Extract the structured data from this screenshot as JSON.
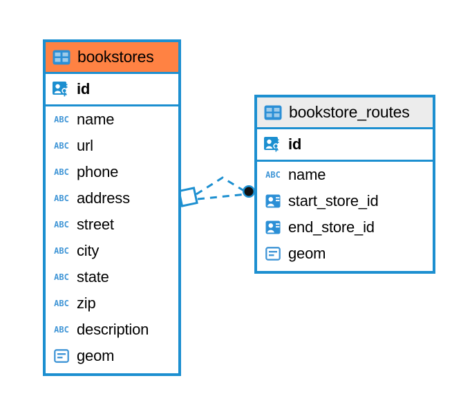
{
  "diagram": {
    "type": "entity-relationship-diagram",
    "background_color": "#FFFFFF",
    "accent_blue": "#1C8FD0",
    "highlight_orange": "#FF8243",
    "header_gray": "#ECECEC"
  },
  "tables": [
    {
      "name": "bookstores",
      "header_style": "orange",
      "table_icon": "table-icon",
      "primary_key": {
        "label": "id",
        "icon": "primary-key-icon"
      },
      "fields": [
        {
          "label": "name",
          "icon": "text-type-icon",
          "type": "ABC"
        },
        {
          "label": "url",
          "icon": "text-type-icon",
          "type": "ABC"
        },
        {
          "label": "phone",
          "icon": "text-type-icon",
          "type": "ABC"
        },
        {
          "label": "address",
          "icon": "text-type-icon",
          "type": "ABC"
        },
        {
          "label": "street",
          "icon": "text-type-icon",
          "type": "ABC"
        },
        {
          "label": "city",
          "icon": "text-type-icon",
          "type": "ABC"
        },
        {
          "label": "state",
          "icon": "text-type-icon",
          "type": "ABC"
        },
        {
          "label": "zip",
          "icon": "text-type-icon",
          "type": "ABC"
        },
        {
          "label": "description",
          "icon": "text-type-icon",
          "type": "ABC"
        },
        {
          "label": "geom",
          "icon": "geometry-type-icon",
          "type": "geometry"
        }
      ]
    },
    {
      "name": "bookstore_routes",
      "header_style": "gray",
      "table_icon": "table-icon",
      "primary_key": {
        "label": "id",
        "icon": "primary-key-icon"
      },
      "fields": [
        {
          "label": "name",
          "icon": "text-type-icon",
          "type": "ABC"
        },
        {
          "label": "start_store_id",
          "icon": "foreign-key-icon",
          "type": "reference"
        },
        {
          "label": "end_store_id",
          "icon": "foreign-key-icon",
          "type": "reference"
        },
        {
          "label": "geom",
          "icon": "geometry-type-icon",
          "type": "geometry"
        }
      ]
    }
  ],
  "relationship": {
    "from_table": "bookstores",
    "to_table": "bookstore_routes",
    "line_style": "dashed",
    "line_color": "#1C8FD0",
    "source_marker": "diamond-outline",
    "target_marker": "filled-circle"
  }
}
